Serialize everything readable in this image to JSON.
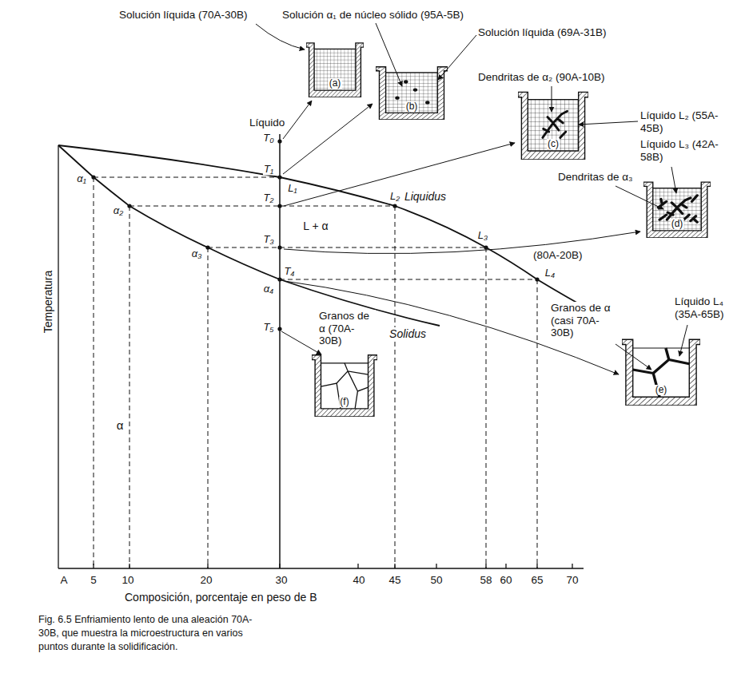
{
  "diagram": {
    "caption": "Fig. 6.5 Enfriamiento lento de una aleación 70A-30B, que muestra la microestructura en varios puntos durante la solidificación.",
    "nodes": [
      {
        "text": [
          "(a)"
        ]
      },
      {
        "text": [
          "(b)"
        ]
      },
      {
        "text": [
          "(c)"
        ]
      },
      {
        "text": [
          "(d)"
        ]
      },
      {
        "text": [
          "(e)"
        ]
      },
      {
        "text": [
          "(f)"
        ]
      }
    ],
    "labels": [
      "Solución líquida (70A-30B)",
      "Solución α₁ de núcleo sólido (95A-5B)",
      "Solución líquida (69A-31B)",
      "Dendritas de α₂ (90A-10B)",
      "Líquido L₂ (55A-45B)",
      "Líquido L₃ (42A-58B)",
      "Dendritas de α₃",
      "(80A-20B)",
      "Líquido L₄ (35A-65B)",
      "Granos de α (casi 70A-30B)",
      "Líquido",
      "Granos de α (70A-30B)",
      "Liquidus",
      "Solidus",
      "L + α",
      "α",
      "T₀",
      "T₁",
      "L₁",
      "T₂",
      "L₂",
      "T₃",
      "L₃",
      "T₄",
      "L₄",
      "α₄",
      "T₅",
      "α₁",
      "α₂",
      "α₃",
      "Temperatura",
      "Composición, porcentaje en peso de B",
      "A",
      "5",
      "10",
      "20",
      "30",
      "40",
      "45",
      "50",
      "58",
      "60",
      "65",
      "70"
    ]
  }
}
